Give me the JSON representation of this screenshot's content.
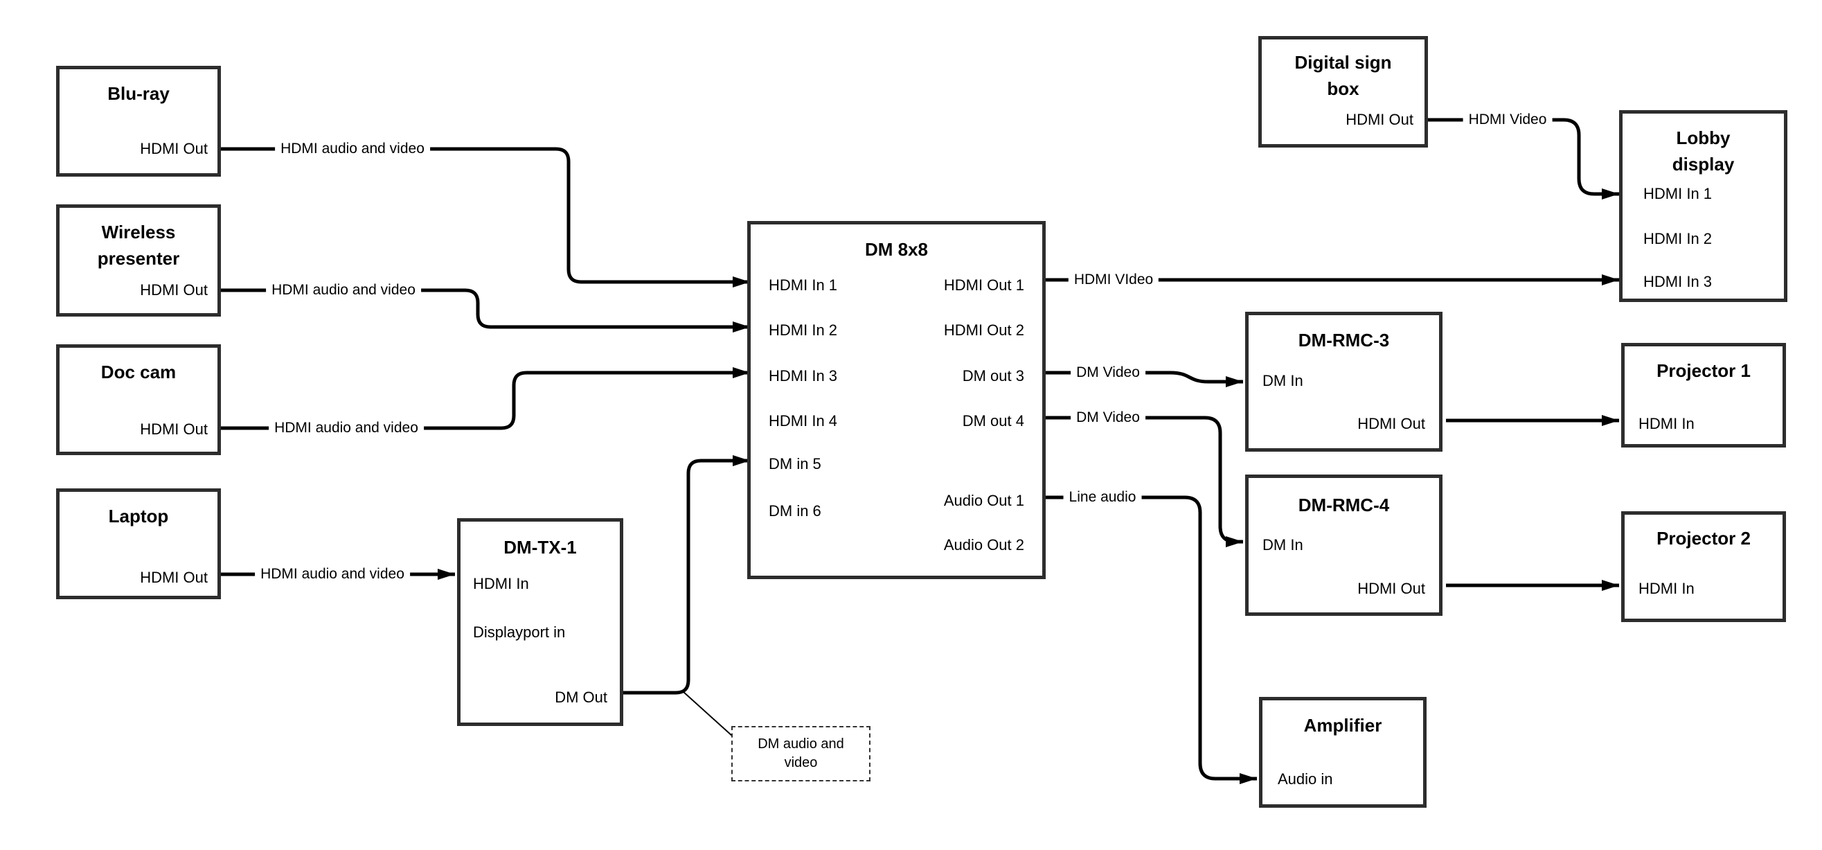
{
  "boxes": {
    "bluray": {
      "title": "Blu-ray",
      "port_hdmi_out": "HDMI Out"
    },
    "wireless": {
      "title_line1": "Wireless",
      "title_line2": "presenter",
      "port_hdmi_out": "HDMI Out"
    },
    "doccam": {
      "title": "Doc cam",
      "port_hdmi_out": "HDMI Out"
    },
    "laptop": {
      "title": "Laptop",
      "port_hdmi_out": "HDMI Out"
    },
    "dmtx1": {
      "title": "DM-TX-1",
      "port_hdmi_in": "HDMI In",
      "port_displayport_in": "Displayport in",
      "port_dm_out": "DM Out"
    },
    "dm8x8": {
      "title": "DM 8x8",
      "inputs": [
        "HDMI In 1",
        "HDMI In 2",
        "HDMI In 3",
        "HDMI In 4",
        "DM in 5",
        "DM in 6"
      ],
      "outputs": [
        "HDMI Out 1",
        "HDMI Out 2",
        "DM out 3",
        "DM out 4",
        "Audio Out 1",
        "Audio Out 2"
      ]
    },
    "digitalsign": {
      "title_line1": "Digital sign",
      "title_line2": "box",
      "port_hdmi_out": "HDMI Out"
    },
    "lobby": {
      "title_line1": "Lobby",
      "title_line2": "display",
      "ports": [
        "HDMI In 1",
        "HDMI In 2",
        "HDMI In 3"
      ]
    },
    "dmrmc3": {
      "title": "DM-RMC-3",
      "port_dm_in": "DM In",
      "port_hdmi_out": "HDMI Out"
    },
    "proj1": {
      "title": "Projector 1",
      "port_hdmi_in": "HDMI In"
    },
    "dmrmc4": {
      "title": "DM-RMC-4",
      "port_dm_in": "DM In",
      "port_hdmi_out": "HDMI Out"
    },
    "proj2": {
      "title": "Projector 2",
      "port_hdmi_in": "HDMI In"
    },
    "amplifier": {
      "title": "Amplifier",
      "port_audio_in": "Audio in"
    }
  },
  "wire_labels": {
    "bluray_wire": "HDMI audio and video",
    "wireless_wire": "HDMI audio and video",
    "doccam_wire": "HDMI audio and video",
    "laptop_wire": "HDMI audio and video",
    "hdmi_out1_wire": "HDMI VIdeo",
    "dm_out3_wire": "DM Video",
    "dm_out4_wire": "DM Video",
    "audio_out1_wire": "Line audio",
    "digitalsign_wire": "HDMI Video"
  },
  "callout": {
    "line1": "DM audio and",
    "line2": "video"
  },
  "colors": {
    "background": "#ffffff",
    "wire": "#000000",
    "box_border": "#2d2d2d",
    "text": "#000000",
    "callout_border": "#333333"
  }
}
